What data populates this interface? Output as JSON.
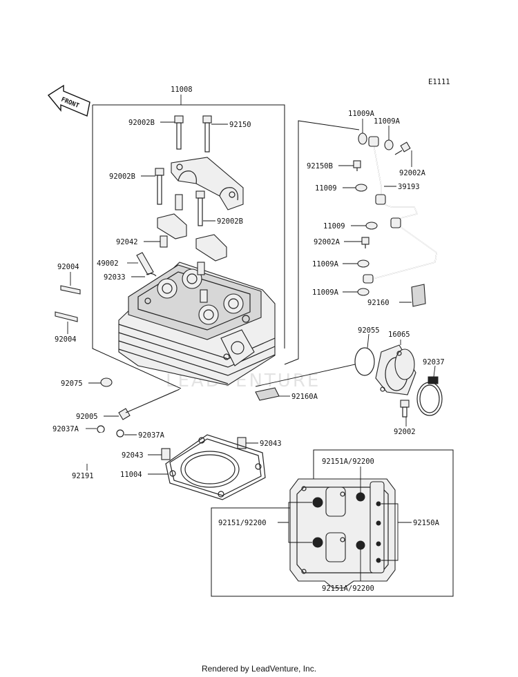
{
  "diagram_code": "E1111",
  "front_label": "FRONT",
  "watermark": "LEADVENTURE",
  "footer": "Rendered by LeadVenture, Inc.",
  "labels": {
    "p11008": "11008",
    "p92002B_a": "92002B",
    "p92150": "92150",
    "p92002B_b": "92002B",
    "p92002B_c": "92002B",
    "p92042": "92042",
    "p49002": "49002",
    "p92033": "92033",
    "p92004_a": "92004",
    "p92004_b": "92004",
    "p92075": "92075",
    "p92005": "92005",
    "p92037A_a": "92037A",
    "p92037A_b": "92037A",
    "p92191": "92191",
    "p92043_a": "92043",
    "p92043_b": "92043",
    "p11004": "11004",
    "p92160A": "92160A",
    "p11009A_a": "11009A",
    "p11009A_b": "11009A",
    "p92150B": "92150B",
    "p92002A_a": "92002A",
    "p11009_a": "11009",
    "p39193": "39193",
    "p11009_b": "11009",
    "p92002A_b": "92002A",
    "p11009A_c": "11009A",
    "p11009A_d": "11009A",
    "p92160": "92160",
    "p92055": "92055",
    "p16065": "16065",
    "p92037": "92037",
    "p92002": "92002",
    "p92151A_a": "92151A/92200",
    "p92151": "92151/92200",
    "p92150A": "92150A",
    "p92151A_b": "92151A/92200"
  }
}
